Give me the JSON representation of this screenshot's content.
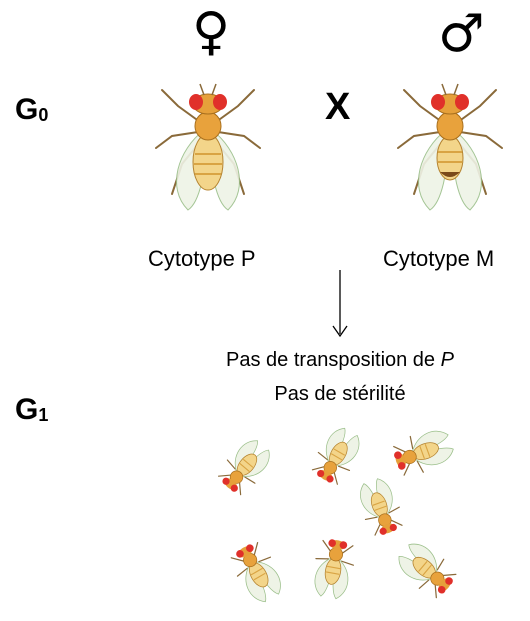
{
  "generation_labels": {
    "g0": "G",
    "g0_sub": "0",
    "g1": "G",
    "g1_sub": "1"
  },
  "parents": {
    "female": {
      "symbol": "♀",
      "label": "Cytotype P"
    },
    "male": {
      "symbol": "♂",
      "label": "Cytotype M"
    }
  },
  "cross_symbol": "X",
  "arrow": "down-arrow",
  "outcome": {
    "line1_prefix": "Pas de transposition de ",
    "line1_italic": "P",
    "line2": "Pas de stérilité"
  },
  "colors": {
    "eye": "#e0302a",
    "body": "#e8a23c",
    "abdomen": "#f3d58a",
    "wing": "#eef3e6",
    "leg": "#8a6a3a"
  },
  "icons": [
    "female-fly-icon",
    "male-fly-icon",
    "offspring-fly-icon"
  ]
}
